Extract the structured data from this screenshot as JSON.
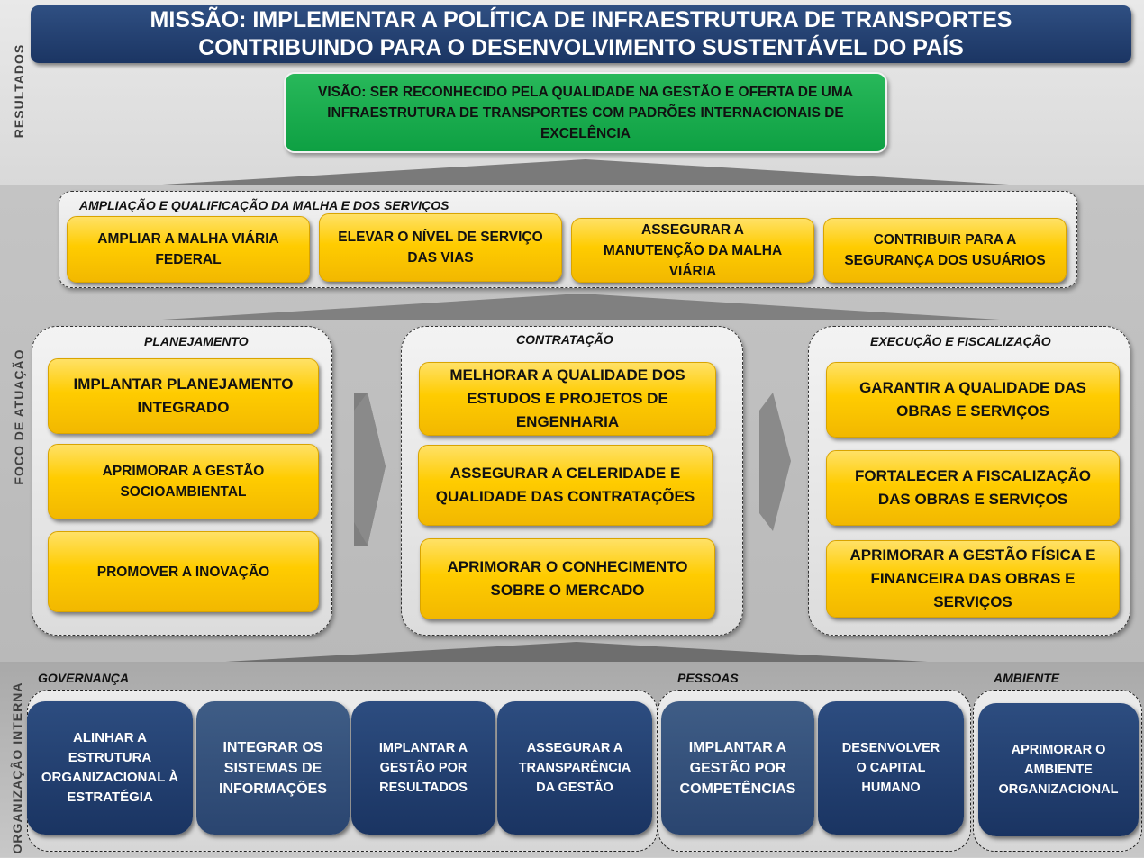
{
  "side_labels": {
    "resultados": "RESULTADOS",
    "foco": "FOCO DE ATUAÇÃO",
    "org": "ORGANIZAÇÃO INTERNA"
  },
  "mission": {
    "line1": "MISSÃO:  IMPLEMENTAR A POLÍTICA  DE INFRAESTRUTURA DE TRANSPORTES",
    "line2": "CONTRIBUINDO PARA O DESENVOLVIMENTO SUSTENTÁVEL DO PAÍS"
  },
  "vision": {
    "text": "VISÃO: SER RECONHECIDO PELA QUALIDADE NA GESTÃO E OFERTA DE UMA INFRAESTRUTURA DE TRANSPORTES COM PADRÕES INTERNACIONAIS DE EXCELÊNCIA"
  },
  "ampliacao": {
    "title": "AMPLIAÇÃO E QUALIFICAÇÃO DA MALHA E DOS SERVIÇOS",
    "items": [
      "AMPLIAR A MALHA VIÁRIA FEDERAL",
      "ELEVAR O NÍVEL DE SERVIÇO DAS VIAS",
      "ASSEGURAR A MANUTENÇÃO DA MALHA VIÁRIA",
      "CONTRIBUIR PARA A SEGURANÇA DOS USUÁRIOS"
    ]
  },
  "planejamento": {
    "title": "PLANEJAMENTO",
    "items": [
      "IMPLANTAR PLANEJAMENTO INTEGRADO",
      "APRIMORAR A GESTÃO SOCIOAMBIENTAL",
      "PROMOVER A INOVAÇÃO"
    ]
  },
  "contratacao": {
    "title": "CONTRATAÇÃO",
    "items": [
      "MELHORAR A QUALIDADE DOS ESTUDOS E PROJETOS DE ENGENHARIA",
      "ASSEGURAR A CELERIDADE E QUALIDADE DAS CONTRATAÇÕES",
      "APRIMORAR O CONHECIMENTO SOBRE O MERCADO"
    ]
  },
  "execucao": {
    "title": "EXECUÇÃO E FISCALIZAÇÃO",
    "items": [
      "GARANTIR A QUALIDADE DAS OBRAS E SERVIÇOS",
      "FORTALECER A FISCALIZAÇÃO DAS OBRAS E SERVIÇOS",
      "APRIMORAR  A GESTÃO FÍSICA E FINANCEIRA DAS OBRAS E SERVIÇOS"
    ]
  },
  "governanca": {
    "title": "GOVERNANÇA",
    "items": [
      "ALINHAR A ESTRUTURA ORGANIZACIONAL À ESTRATÉGIA",
      "INTEGRAR OS SISTEMAS DE INFORMAÇÕES",
      "IMPLANTAR A GESTÃO POR RESULTADOS",
      "ASSEGURAR A TRANSPARÊNCIA DA GESTÃO"
    ]
  },
  "pessoas": {
    "title": "PESSOAS",
    "items": [
      "IMPLANTAR A GESTÃO POR COMPETÊNCIAS",
      "DESENVOLVER O CAPITAL HUMANO"
    ]
  },
  "ambiente": {
    "title": "AMBIENTE",
    "items": [
      "APRIMORAR O AMBIENTE ORGANIZACIONAL"
    ]
  },
  "colors": {
    "navy": "#1f3b6e",
    "yellow": "#ffcc00",
    "green": "#14a84a"
  }
}
